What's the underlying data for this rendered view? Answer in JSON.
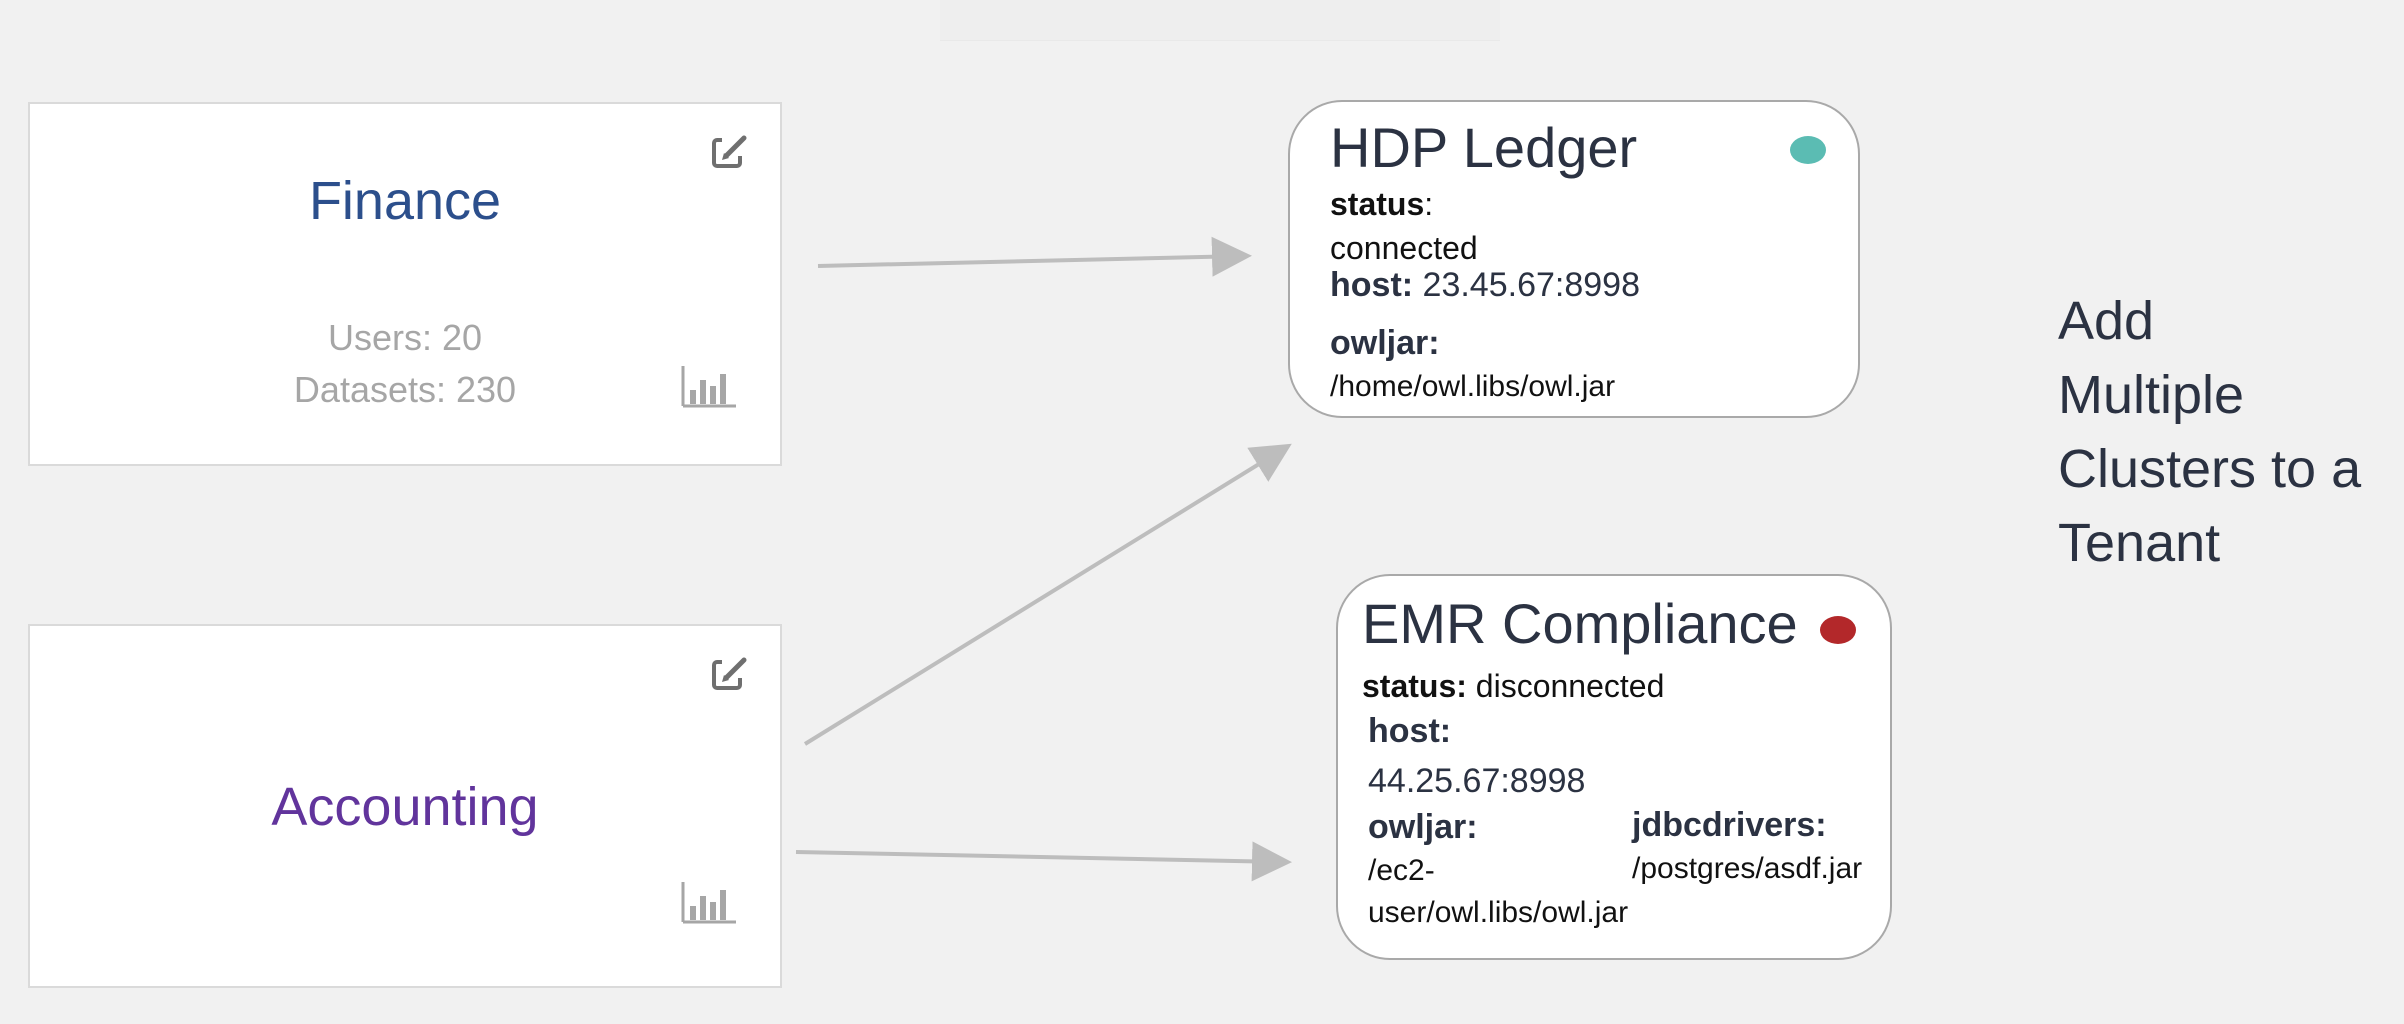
{
  "tenants": [
    {
      "name": "Finance",
      "users_label": "Users: 20",
      "datasets_label": "Datasets: 230",
      "color": "#2c4f8c"
    },
    {
      "name": "Accounting",
      "color": "#61349c"
    }
  ],
  "clusters": {
    "hdp": {
      "title": "HDP Ledger",
      "status_color": "#5bbcb3",
      "status_label": "status",
      "status_colon": ":",
      "status_value": "connected",
      "host_label": "host:",
      "host_value": "23.45.67:8998",
      "owljar_label": "owljar:",
      "owljar_value": "/home/owl.libs/owl.jar"
    },
    "emr": {
      "title": "EMR Compliance",
      "status_color": "#b3282a",
      "status_label": "status:",
      "status_value": "disconnected",
      "host_label": "host:",
      "host_value": "44.25.67:8998",
      "owljar_label": "owljar:",
      "owljar_value_line1": "/ec2-",
      "owljar_value_line2": "user/owl.libs/owl.jar",
      "jdbc_label": "jdbcdrivers:",
      "jdbc_value": "/postgres/asdf.jar"
    }
  },
  "callout": {
    "lines": [
      "Add",
      "Multiple",
      "Clusters to a",
      "Tenant"
    ]
  },
  "icons": {
    "edit": "edit-icon",
    "chart": "bar-chart-icon",
    "arrow": "arrow-right"
  },
  "colors": {
    "background": "#f1f1f1",
    "arrow": "#bdbdbd",
    "icon": "#6f6f6f",
    "icon_light": "#a6a6a6",
    "muted_text": "#a6a6a6",
    "dark_text": "#2b3242"
  }
}
